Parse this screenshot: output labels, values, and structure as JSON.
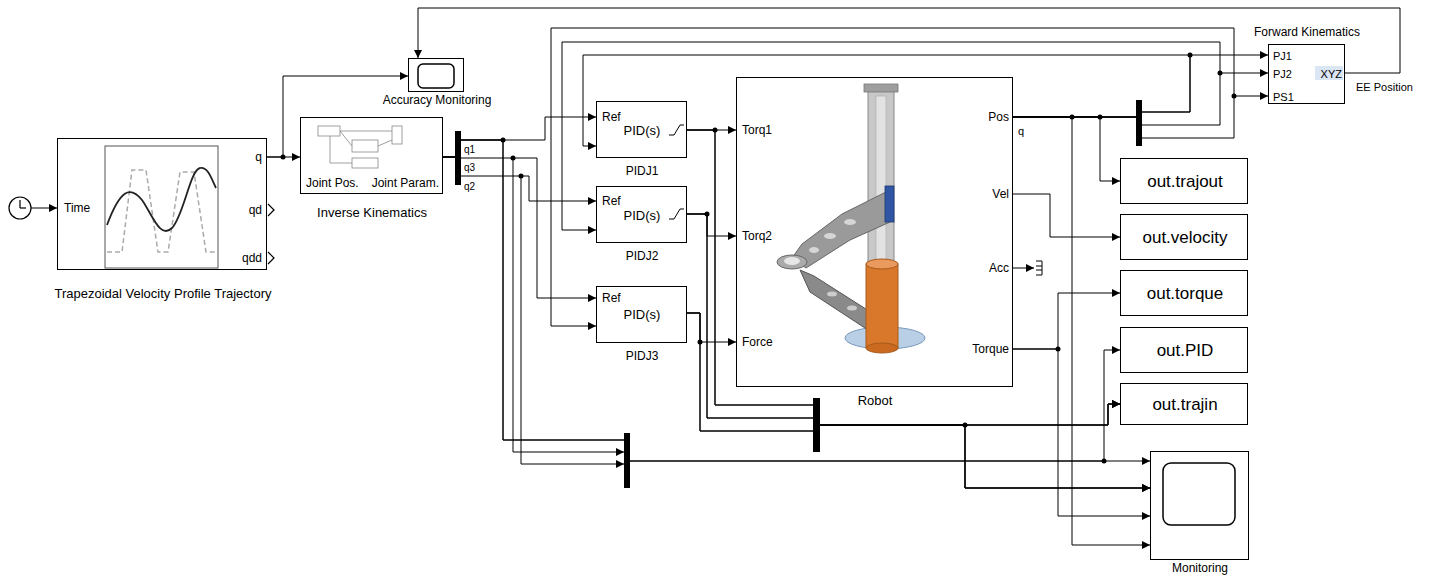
{
  "diagram": {
    "nodes": [
      {
        "text": [
          "Time",
          "q",
          "qd",
          "qdd",
          "Trapezoidal Velocity Profile Trajectory"
        ]
      },
      {
        "text": [
          "Accuracy Monitoring"
        ]
      },
      {
        "text": [
          "Joint Pos.",
          "Joint Param.",
          "Inverse Kinematics"
        ]
      },
      {
        "text": [
          "Ref",
          "PID(s)",
          "PIDJ1"
        ]
      },
      {
        "text": [
          "Ref",
          "PID(s)",
          "PIDJ2"
        ]
      },
      {
        "text": [
          "Ref",
          "PID(s)",
          "PIDJ3"
        ]
      },
      {
        "text": [
          "Torq1",
          "Torq2",
          "Force",
          "Pos",
          "Vel",
          "Acc",
          "Torque",
          "Robot"
        ]
      },
      {
        "text": [
          "Forward Kinematics",
          "PJ1",
          "PJ2",
          "PS1",
          "XYZ",
          "EE Position"
        ]
      },
      {
        "text": [
          "out.trajout"
        ]
      },
      {
        "text": [
          "out.velocity"
        ]
      },
      {
        "text": [
          "out.torque"
        ]
      },
      {
        "text": [
          "out.PID"
        ]
      },
      {
        "text": [
          "out.trajin"
        ]
      },
      {
        "text": [
          "Monitoring"
        ]
      }
    ],
    "edges": [
      {
        "from": 0,
        "to": 2,
        "arrow": "to"
      },
      {
        "from": 0,
        "to": 1,
        "arrow": "to"
      },
      {
        "from": 2,
        "to": 3,
        "arrow": "to"
      },
      {
        "from": 2,
        "to": 4,
        "arrow": "to"
      },
      {
        "from": 2,
        "to": 5,
        "arrow": "to"
      },
      {
        "from": 2,
        "to": 11,
        "arrow": "to"
      },
      {
        "from": 2,
        "to": 13,
        "arrow": "to"
      },
      {
        "from": 3,
        "to": 6,
        "arrow": "to"
      },
      {
        "from": 4,
        "to": 6,
        "arrow": "to"
      },
      {
        "from": 5,
        "to": 6,
        "arrow": "to"
      },
      {
        "from": 3,
        "to": 12,
        "arrow": "to"
      },
      {
        "from": 3,
        "to": 13,
        "arrow": "to"
      },
      {
        "from": 4,
        "to": 12,
        "arrow": "to"
      },
      {
        "from": 4,
        "to": 13,
        "arrow": "to"
      },
      {
        "from": 5,
        "to": 12,
        "arrow": "to"
      },
      {
        "from": 5,
        "to": 13,
        "arrow": "to"
      },
      {
        "from": 6,
        "to": 3,
        "arrow": "to"
      },
      {
        "from": 6,
        "to": 4,
        "arrow": "to"
      },
      {
        "from": 6,
        "to": 5,
        "arrow": "to"
      },
      {
        "from": 6,
        "to": 7,
        "arrow": "to"
      },
      {
        "from": 6,
        "to": 8,
        "arrow": "to"
      },
      {
        "from": 6,
        "to": 13,
        "arrow": "to"
      },
      {
        "from": 6,
        "to": 9,
        "arrow": "to"
      },
      {
        "from": 6,
        "to": 10,
        "arrow": "to"
      },
      {
        "from": 6,
        "to": 13,
        "arrow": "to"
      },
      {
        "from": 7,
        "to": 1,
        "arrow": "to"
      }
    ],
    "labels": [
      "q1",
      "q3",
      "q2",
      "q"
    ]
  }
}
